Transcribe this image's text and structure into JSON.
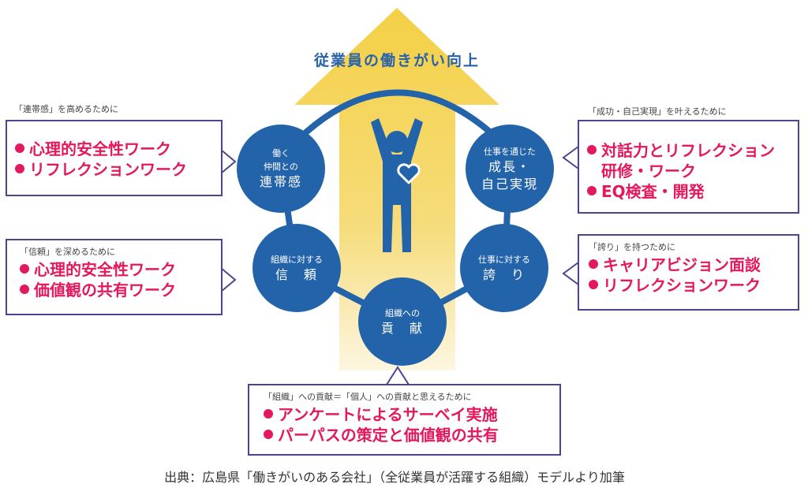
{
  "title": "従業員の働きがい向上",
  "colors": {
    "circle": "#2263a9",
    "arrow": "#f4d046",
    "border": "#4b4493",
    "accent": "#e4185c"
  },
  "circles": [
    {
      "small": [
        "働く",
        "仲間との"
      ],
      "big": [
        "連帯感"
      ]
    },
    {
      "small": [
        "組織に対する"
      ],
      "big": [
        "信　頼"
      ]
    },
    {
      "small": [
        "組織への"
      ],
      "big": [
        "貢　献"
      ]
    },
    {
      "small": [
        "仕事に対する"
      ],
      "big": [
        "誇　り"
      ]
    },
    {
      "small": [
        "仕事を通じた"
      ],
      "big": [
        "成長・",
        "自己実現"
      ]
    }
  ],
  "boxes": {
    "solidarity": {
      "label": "「連帯感」を高めるために",
      "items": [
        "心理的安全性ワーク",
        "リフレクションワーク"
      ]
    },
    "trust": {
      "label": "「信頼」を深めるために",
      "items": [
        "心理的安全性ワーク",
        "価値観の共有ワーク"
      ]
    },
    "growth": {
      "label": "「成功・自己実現」を叶えるために",
      "items": [
        "対話力とリフレクション",
        "研修・ワーク",
        "EQ検査・開発"
      ]
    },
    "pride": {
      "label": "「誇り」を持つために",
      "items": [
        "キャリアビジョン面談",
        "リフレクションワーク"
      ]
    },
    "contribution": {
      "label": "「組織」への貢献＝「個人」への貢献と思えるために",
      "items": [
        "アンケートによるサーベイ実施",
        "パーパスの策定と価値観の共有"
      ]
    }
  },
  "footer": "出典：広島県「働きがいのある会社」（全従業員が活躍する組織）モデルより加筆"
}
